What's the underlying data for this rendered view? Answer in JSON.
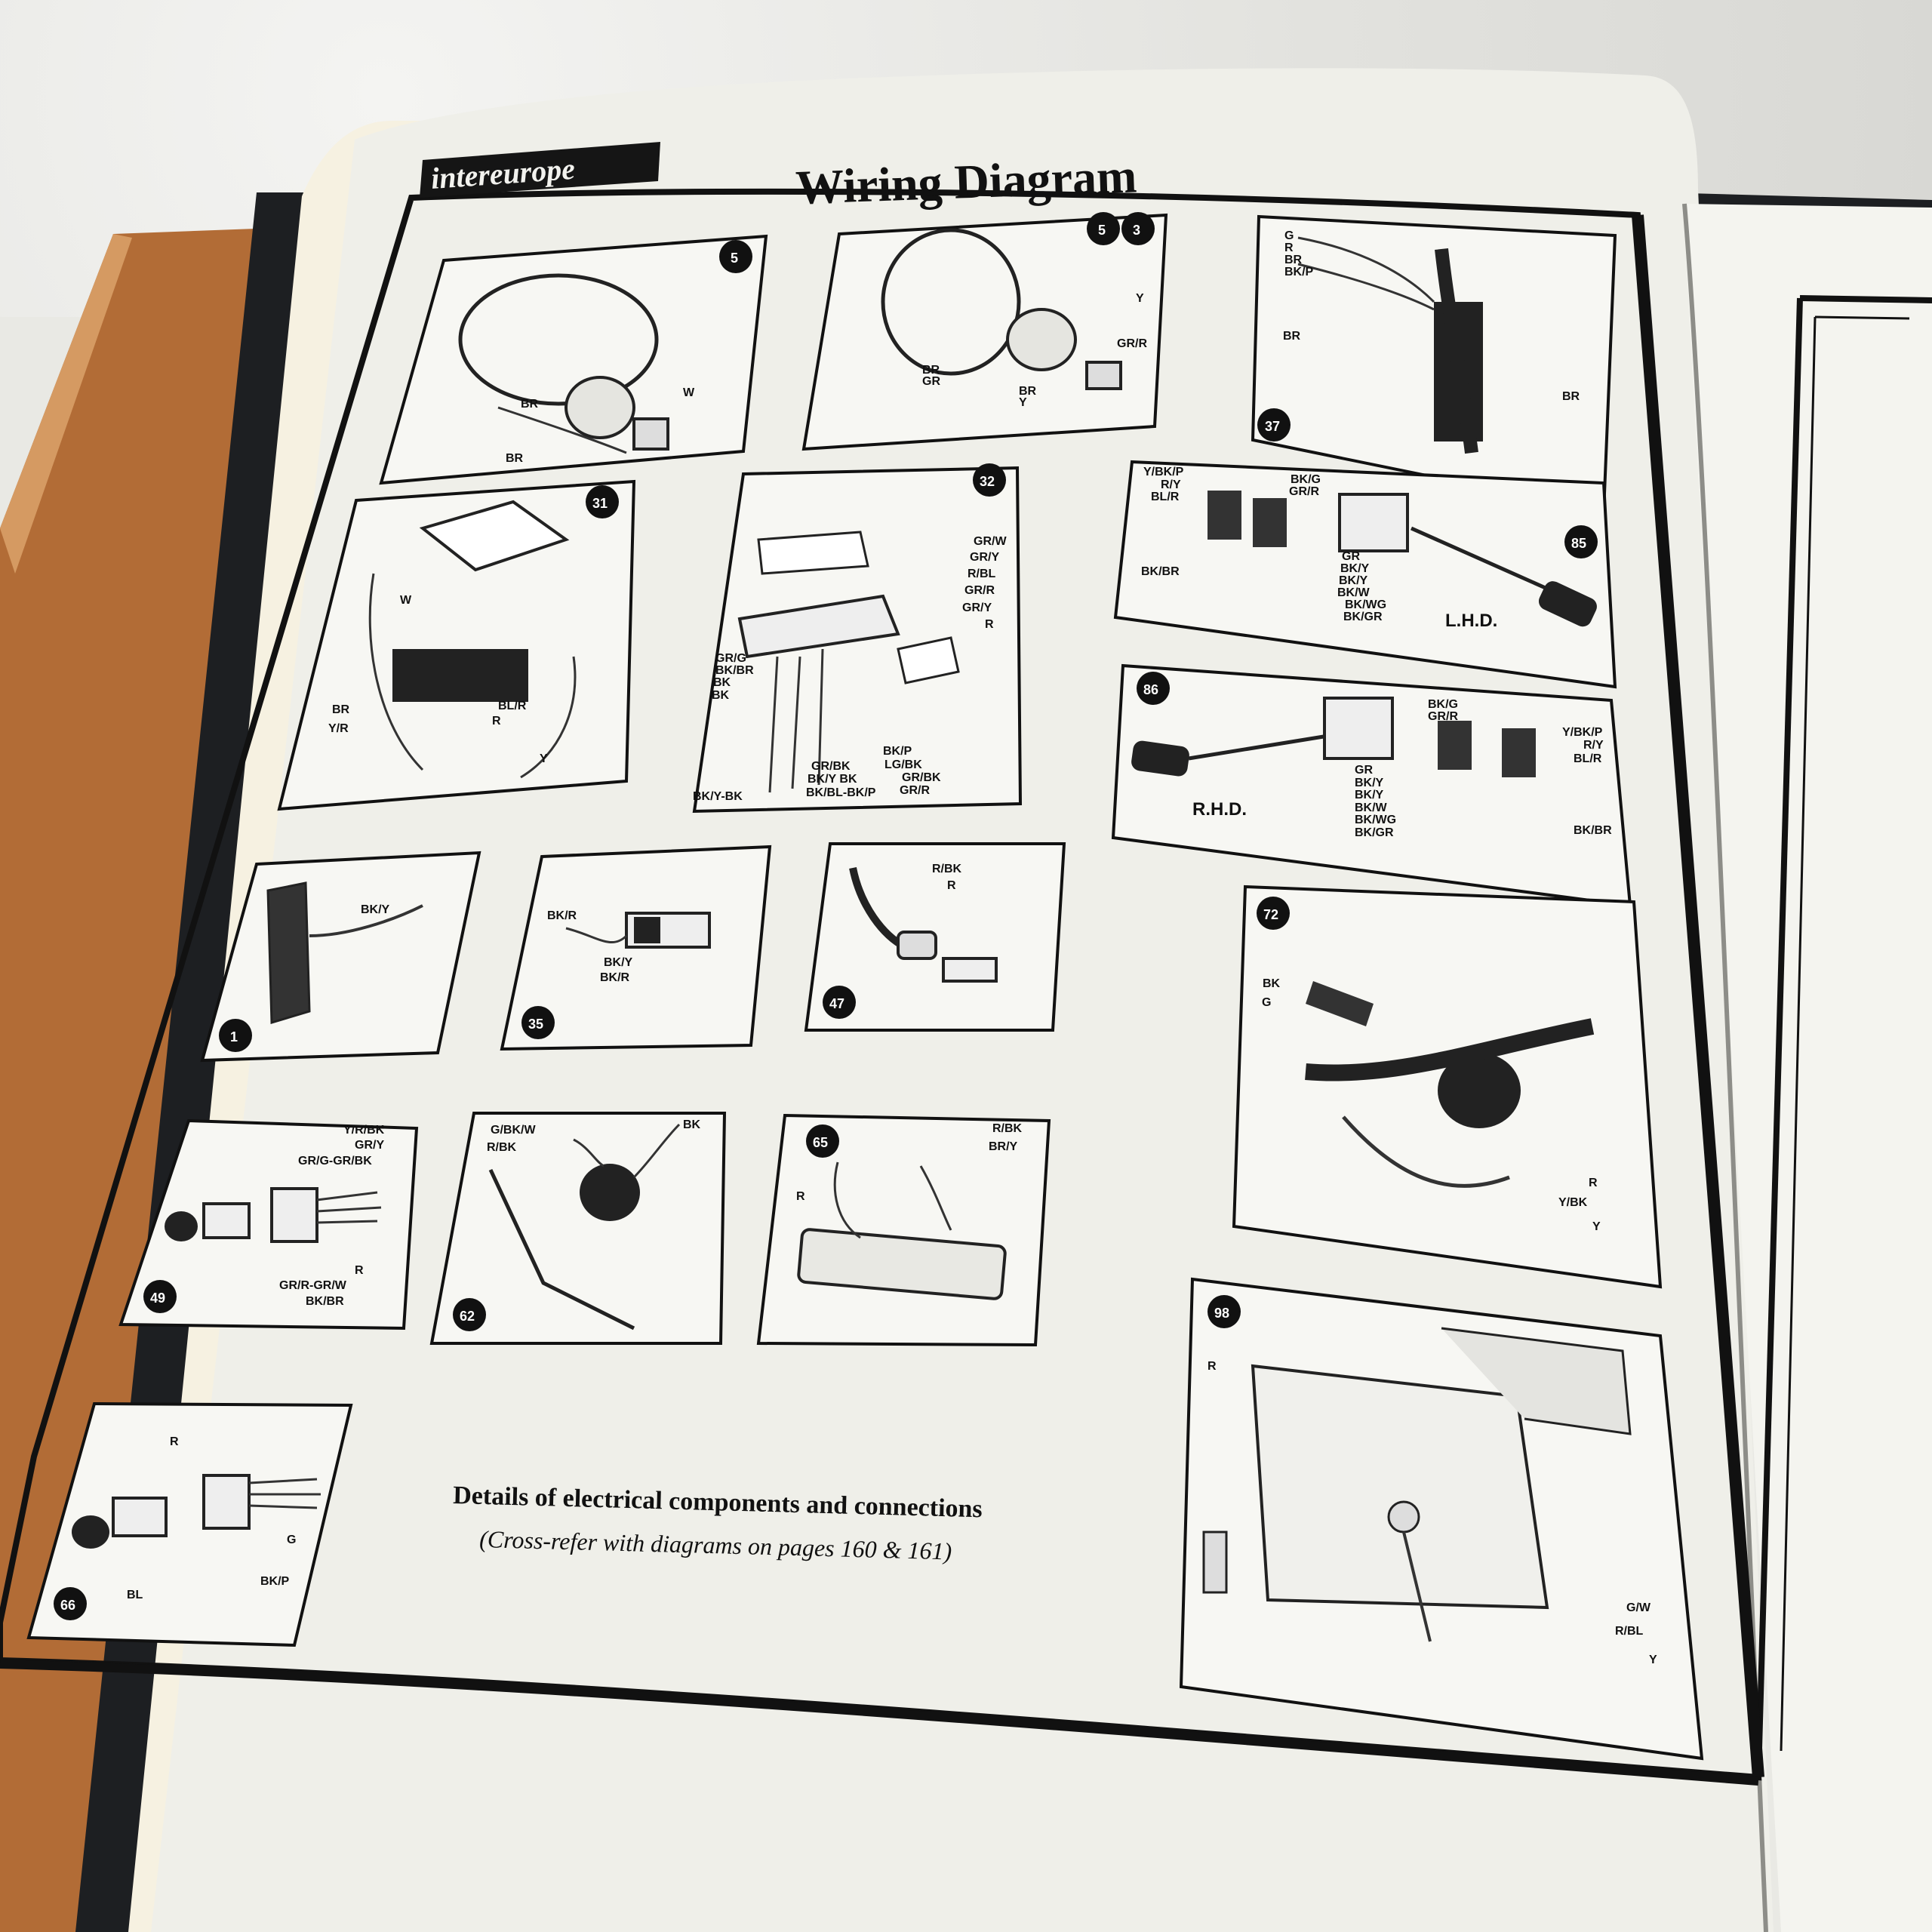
{
  "header": {
    "brand": "intereurope",
    "title": "Wiring Diagram"
  },
  "caption": {
    "line1": "Details of electrical components and connections",
    "line2": "(Cross-refer with diagrams on pages  160 & 161)"
  },
  "panels": [
    {
      "id": "5a",
      "num": "5",
      "labels": [
        "BR",
        "BR",
        "W"
      ]
    },
    {
      "id": "5-3",
      "nums": [
        "5",
        "3"
      ],
      "labels": [
        "Y",
        "GR/R",
        "BR",
        "GR",
        "BR",
        "Y"
      ]
    },
    {
      "id": "37",
      "num": "37",
      "labels": [
        "G",
        "R",
        "BR",
        "BK/P",
        "BR",
        "BR"
      ]
    },
    {
      "id": "31",
      "num": "31",
      "labels": [
        "W",
        "BR",
        "Y/R",
        "BL/R",
        "R",
        "Y"
      ]
    },
    {
      "id": "32",
      "num": "32",
      "labels": [
        "GR/W",
        "GR/Y",
        "R/BL",
        "GR/R",
        "GR/Y",
        "R",
        "GR/G",
        "BK/BR",
        "BK",
        "BK",
        "BK/P",
        "LG/BK",
        "GR/BK",
        "GR/R",
        "GR/BK",
        "BK/Y BK",
        "BK/BL-BK/P",
        "BK/Y-BK"
      ]
    },
    {
      "id": "85",
      "num": "85",
      "hand": "L.H.D.",
      "labels": [
        "Y/BK/P",
        "R/Y",
        "BL/R",
        "BK/G",
        "GR/R",
        "BK/BR",
        "GR",
        "BK/Y",
        "BK/Y",
        "BK/W",
        "BK/WG",
        "BK/GR"
      ]
    },
    {
      "id": "86",
      "num": "86",
      "hand": "R.H.D.",
      "labels": [
        "BK/G",
        "GR/R",
        "Y/BK/P",
        "R/Y",
        "BL/R",
        "GR",
        "BK/Y",
        "BK/Y",
        "BK/W",
        "BK/WG",
        "BK/GR",
        "BK/BR"
      ]
    },
    {
      "id": "1",
      "num": "1",
      "labels": [
        "BK/Y"
      ]
    },
    {
      "id": "35",
      "num": "35",
      "labels": [
        "BK/R",
        "BK/Y",
        "BK/R"
      ]
    },
    {
      "id": "47",
      "num": "47",
      "labels": [
        "R/BK",
        "R"
      ]
    },
    {
      "id": "72",
      "num": "72",
      "labels": [
        "BK",
        "G",
        "R",
        "Y/BK",
        "Y"
      ]
    },
    {
      "id": "49",
      "num": "49",
      "labels": [
        "Y/R/BK",
        "GR/Y",
        "GR/G-GR/BK",
        "R",
        "GR/R-GR/W",
        "BK/BR"
      ]
    },
    {
      "id": "62",
      "num": "62",
      "labels": [
        "G/BK/W",
        "R/BK",
        "BK"
      ]
    },
    {
      "id": "65",
      "num": "65",
      "labels": [
        "R/BK",
        "BR/Y",
        "R"
      ]
    },
    {
      "id": "98",
      "num": "98",
      "labels": [
        "R",
        "G/W",
        "R/BL",
        "Y"
      ]
    },
    {
      "id": "66",
      "num": "66",
      "labels": [
        "R",
        "G",
        "BK/P",
        "BL"
      ]
    }
  ],
  "colors": {
    "paper": "#efefe9",
    "ink": "#141414",
    "wood": "#b5703a",
    "cover": "#1d1f22"
  }
}
